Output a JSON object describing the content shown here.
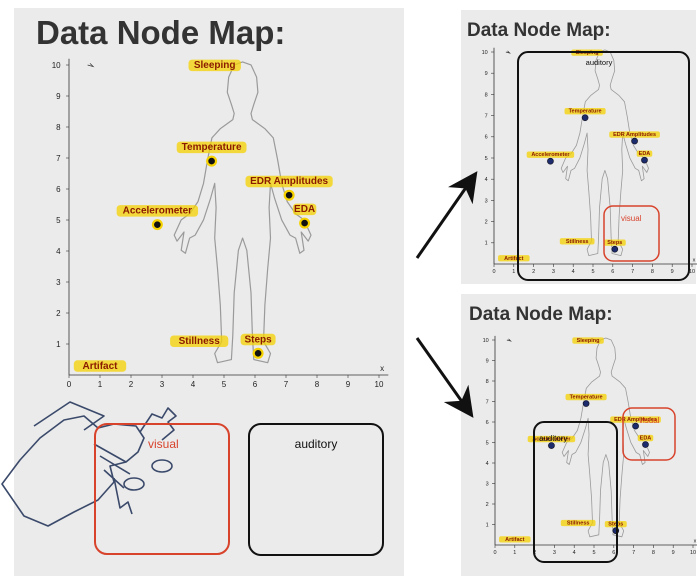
{
  "main": {
    "title": "Data Node Map:"
  },
  "top_right": {
    "title": "Data Node Map:"
  },
  "bottom_right": {
    "title": "Data Node Map:"
  },
  "axes": {
    "x_ticks": [
      "0",
      "1",
      "2",
      "3",
      "4",
      "5",
      "6",
      "7",
      "8",
      "9",
      "10"
    ],
    "y_ticks": [
      "1",
      "2",
      "3",
      "4",
      "5",
      "6",
      "7",
      "8",
      "9",
      "10"
    ],
    "x_label": "x"
  },
  "modalities": {
    "visual": "visual",
    "auditory": "auditory"
  },
  "colors": {
    "label_highlight": "#f5d200",
    "label_text": "#8a1a00",
    "visual_box": "#d8432c",
    "auditory_box": "#111111",
    "panel_bg": "#ebebeb"
  },
  "nodes": [
    {
      "label": "Sleeping",
      "x": 4.7,
      "y": 9.9,
      "has_dot": false
    },
    {
      "label": "Temperature",
      "x": 4.6,
      "y": 6.9,
      "has_dot": true
    },
    {
      "label": "EDR Amplitudes",
      "x": 7.1,
      "y": 5.8,
      "has_dot": true
    },
    {
      "label": "EDA",
      "x": 7.6,
      "y": 4.9,
      "has_dot": true
    },
    {
      "label": "Accelerometer",
      "x": 2.85,
      "y": 4.85,
      "has_dot": true
    },
    {
      "label": "Stillness",
      "x": 4.2,
      "y": 1.0,
      "has_dot": false
    },
    {
      "label": "Steps",
      "x": 6.1,
      "y": 0.7,
      "has_dot": true
    },
    {
      "label": "Artifact",
      "x": 1.0,
      "y": 0.2,
      "has_dot": false
    }
  ]
}
